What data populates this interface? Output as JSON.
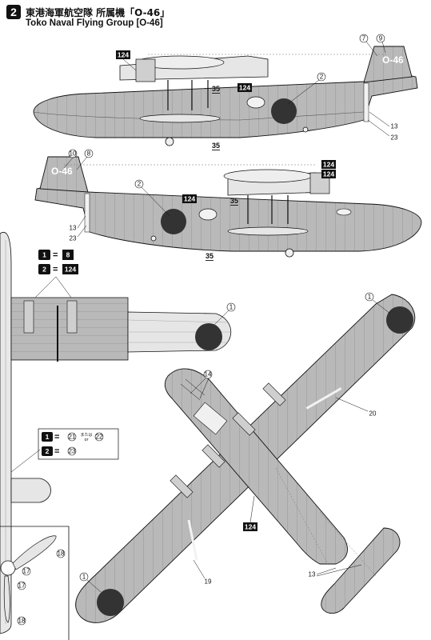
{
  "header": {
    "step_number": "2",
    "title_jp": "東港海軍航空隊  所属機「O-46」",
    "title_en": "Toko Naval Flying Group [O-46]"
  },
  "tail_code": "O-46",
  "callouts": {
    "decal_124": "124",
    "decal_35": "35",
    "decal_2": "2",
    "decal_7": "7",
    "decal_9": "9",
    "decal_8": "8",
    "decal_10": "10",
    "decal_13": "13",
    "decal_23": "23",
    "decal_1": "1",
    "decal_14": "14",
    "decal_20": "20",
    "decal_19": "19",
    "decal_17": "17",
    "decal_18": "18"
  },
  "legend_a": {
    "row1_badge": "1",
    "row1_value": "8",
    "row2_badge": "2",
    "row2_value": "124",
    "equals": "="
  },
  "legend_b": {
    "row1_badge": "1",
    "row1_value_a": "21",
    "row1_or_jp": "または",
    "row1_or_en": "or",
    "row1_value_b": "22",
    "row2_badge": "2",
    "row2_value": "23",
    "equals": "="
  },
  "colors": {
    "hull_grey": "#b9b9b9",
    "hull_light": "#e6e6e6",
    "hinomaru": "#333333",
    "ink": "#111111"
  }
}
